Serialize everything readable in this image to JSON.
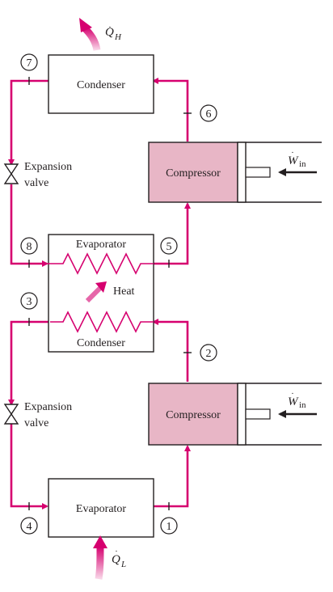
{
  "diagram": {
    "upper_cycle": {
      "condenser": "Condenser",
      "compressor": "Compressor",
      "expansion_valve_line1": "Expansion",
      "expansion_valve_line2": "valve",
      "heat_out_symbol": "Q",
      "heat_out_subscript": "H",
      "work_in_symbol": "W",
      "work_in_subscript": "in"
    },
    "heat_exchanger": {
      "evaporator": "Evaporator",
      "condenser": "Condenser",
      "heat": "Heat"
    },
    "lower_cycle": {
      "evaporator": "Evaporator",
      "compressor": "Compressor",
      "expansion_valve_line1": "Expansion",
      "expansion_valve_line2": "valve",
      "heat_in_symbol": "Q",
      "heat_in_subscript": "L",
      "work_in_symbol": "W",
      "work_in_subscript": "in"
    },
    "state_numbers": {
      "s1": "1",
      "s2": "2",
      "s3": "3",
      "s4": "4",
      "s5": "5",
      "s6": "6",
      "s7": "7",
      "s8": "8"
    },
    "colors": {
      "pipe": "#d6006f",
      "compressor_fill": "#e8b6c6",
      "heat_arrow": "#d6006f",
      "box_stroke": "#231f20"
    }
  }
}
